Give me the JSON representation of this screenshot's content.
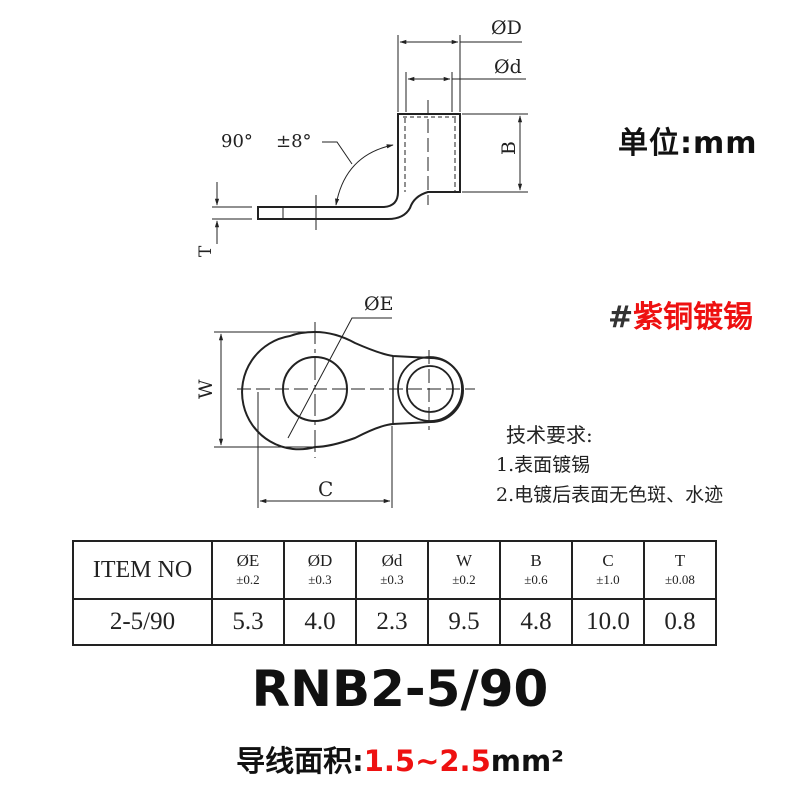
{
  "drawing": {
    "side_view": {
      "angle_label": "90°",
      "angle_tolerance": "±8°",
      "dim_D": "ØD",
      "dim_d": "Ød",
      "dim_B": "B",
      "dim_T": "T"
    },
    "top_view": {
      "dim_E": "ØE",
      "dim_W": "W",
      "dim_C": "C"
    }
  },
  "unit_label": "单位:mm",
  "material": {
    "hash": "#",
    "text": "紫铜镀锡",
    "color": "#ee1111"
  },
  "requirements": {
    "title": "技术要求:",
    "items": [
      "1.表面镀锡",
      "2.电镀后表面无色斑、水迹"
    ]
  },
  "spec_table": {
    "header_label": "ITEM NO",
    "columns": [
      {
        "symbol": "ØE",
        "tolerance": "±0.2"
      },
      {
        "symbol": "ØD",
        "tolerance": "±0.3"
      },
      {
        "symbol": "Ød",
        "tolerance": "±0.3"
      },
      {
        "symbol": "W",
        "tolerance": "±0.2"
      },
      {
        "symbol": "B",
        "tolerance": "±0.6"
      },
      {
        "symbol": "C",
        "tolerance": "±1.0"
      },
      {
        "symbol": "T",
        "tolerance": "±0.08"
      }
    ],
    "rows": [
      {
        "item_no": "2-5/90",
        "values": [
          "5.3",
          "4.0",
          "2.3",
          "9.5",
          "4.8",
          "10.0",
          "0.8"
        ]
      }
    ]
  },
  "model_name": "RNB2-5/90",
  "wire_area": {
    "label": "导线面积:",
    "range": "1.5~2.5",
    "unit": "mm²"
  }
}
